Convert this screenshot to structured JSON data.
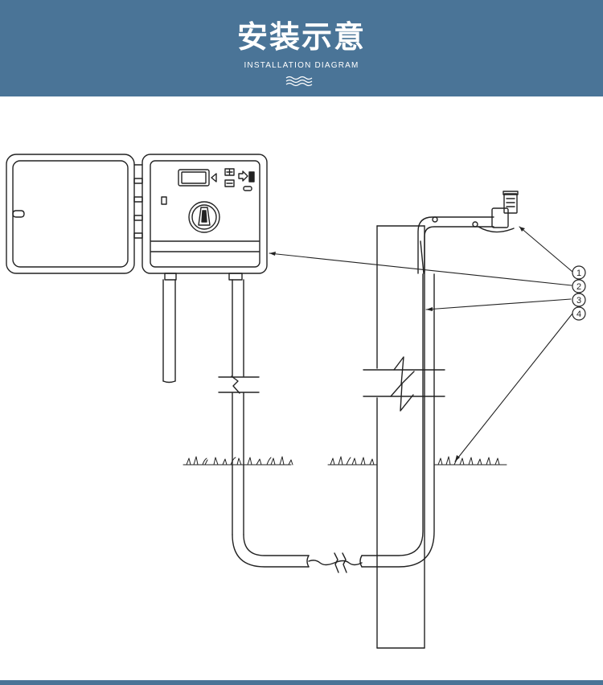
{
  "header": {
    "title": "安装示意",
    "subtitle": "INSTALLATION DIAGRAM",
    "wave_icon": "triple-wave-icon",
    "background": "#4a7497"
  },
  "diagram": {
    "callouts": [
      "1",
      "2",
      "3",
      "4"
    ],
    "stroke_color": "#222222"
  }
}
